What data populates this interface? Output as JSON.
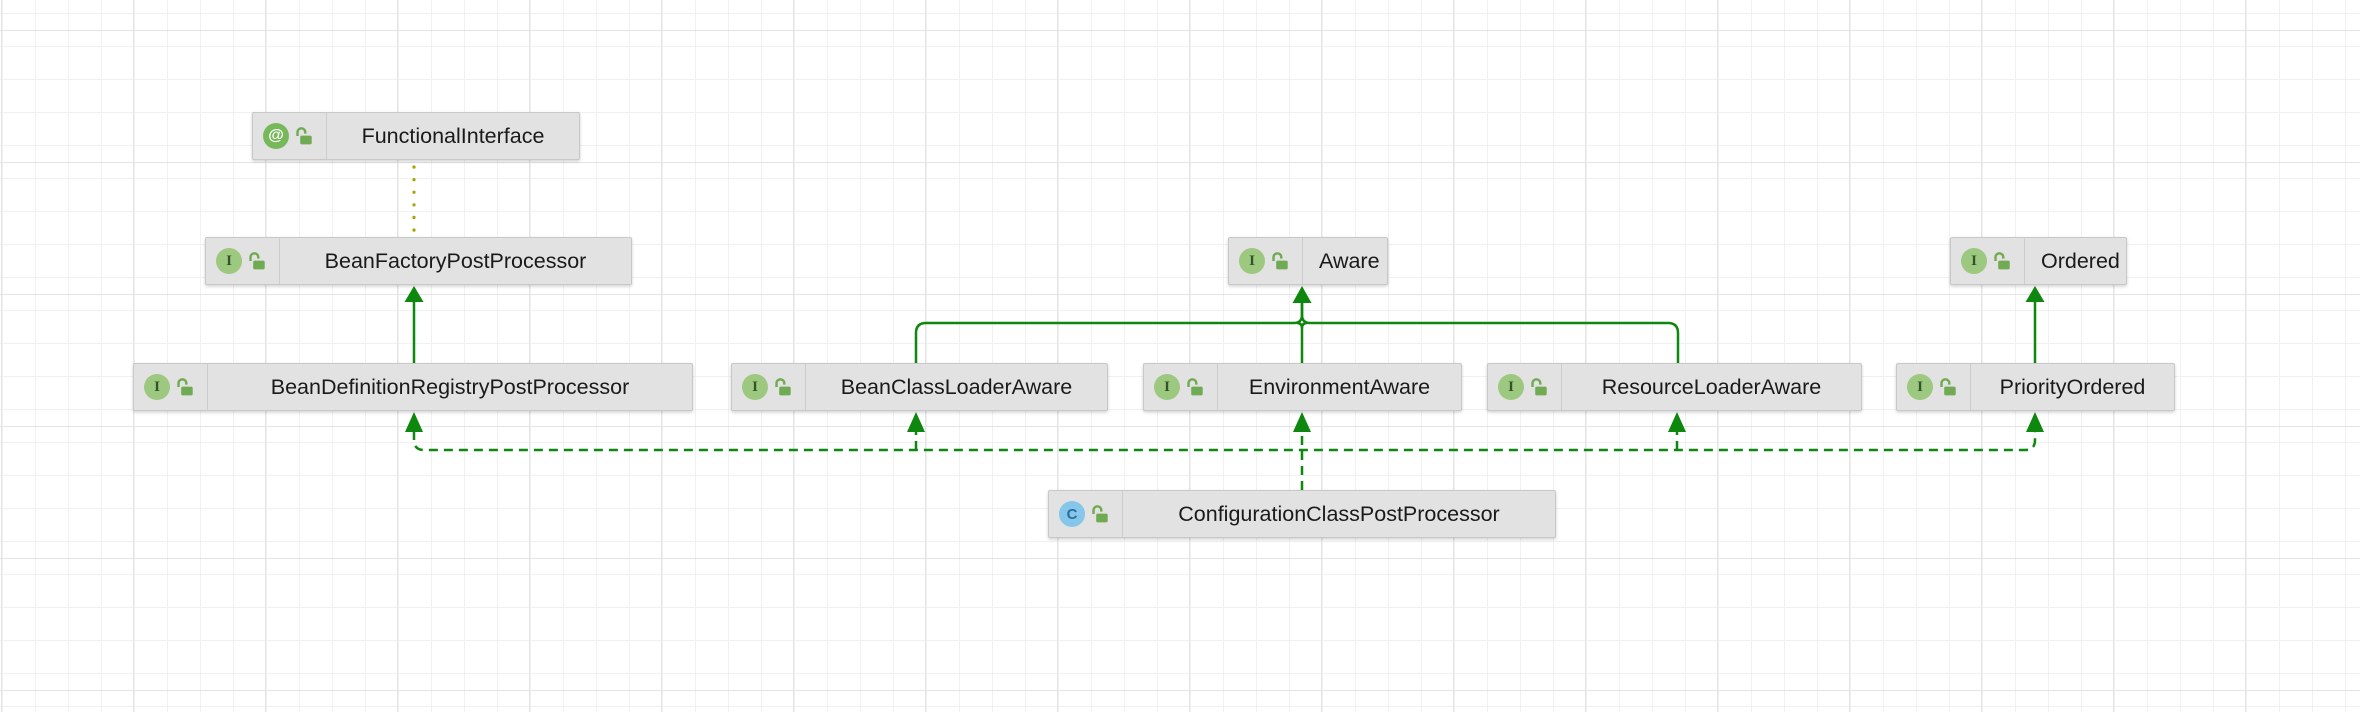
{
  "diagram": {
    "tool": "class-diagram-canvas",
    "nodes": [
      {
        "id": "functional-interface",
        "label": "FunctionalInterface",
        "badge": "@",
        "kind": "annotation",
        "visibility": "public"
      },
      {
        "id": "bean-factory-post-processor",
        "label": "BeanFactoryPostProcessor",
        "badge": "I",
        "kind": "interface",
        "visibility": "public"
      },
      {
        "id": "aware",
        "label": "Aware",
        "badge": "I",
        "kind": "interface",
        "visibility": "public"
      },
      {
        "id": "ordered",
        "label": "Ordered",
        "badge": "I",
        "kind": "interface",
        "visibility": "public"
      },
      {
        "id": "bean-definition-registry-post-processor",
        "label": "BeanDefinitionRegistryPostProcessor",
        "badge": "I",
        "kind": "interface",
        "visibility": "public"
      },
      {
        "id": "bean-class-loader-aware",
        "label": "BeanClassLoaderAware",
        "badge": "I",
        "kind": "interface",
        "visibility": "public"
      },
      {
        "id": "environment-aware",
        "label": "EnvironmentAware",
        "badge": "I",
        "kind": "interface",
        "visibility": "public"
      },
      {
        "id": "resource-loader-aware",
        "label": "ResourceLoaderAware",
        "badge": "I",
        "kind": "interface",
        "visibility": "public"
      },
      {
        "id": "priority-ordered",
        "label": "PriorityOrdered",
        "badge": "I",
        "kind": "interface",
        "visibility": "public"
      },
      {
        "id": "configuration-class-post-processor",
        "label": "ConfigurationClassPostProcessor",
        "badge": "C",
        "kind": "class",
        "visibility": "public"
      }
    ],
    "edges": [
      {
        "from": "BeanFactoryPostProcessor",
        "to": "FunctionalInterface",
        "type": "annotated-with",
        "style": "dotted"
      },
      {
        "from": "BeanDefinitionRegistryPostProcessor",
        "to": "BeanFactoryPostProcessor",
        "type": "extends",
        "style": "solid"
      },
      {
        "from": "BeanClassLoaderAware",
        "to": "Aware",
        "type": "extends",
        "style": "solid"
      },
      {
        "from": "EnvironmentAware",
        "to": "Aware",
        "type": "extends",
        "style": "solid"
      },
      {
        "from": "ResourceLoaderAware",
        "to": "Aware",
        "type": "extends",
        "style": "solid"
      },
      {
        "from": "PriorityOrdered",
        "to": "Ordered",
        "type": "extends",
        "style": "solid"
      },
      {
        "from": "ConfigurationClassPostProcessor",
        "to": "BeanDefinitionRegistryPostProcessor",
        "type": "implements",
        "style": "dashed"
      },
      {
        "from": "ConfigurationClassPostProcessor",
        "to": "BeanClassLoaderAware",
        "type": "implements",
        "style": "dashed"
      },
      {
        "from": "ConfigurationClassPostProcessor",
        "to": "EnvironmentAware",
        "type": "implements",
        "style": "dashed"
      },
      {
        "from": "ConfigurationClassPostProcessor",
        "to": "ResourceLoaderAware",
        "type": "implements",
        "style": "dashed"
      },
      {
        "from": "ConfigurationClassPostProcessor",
        "to": "PriorityOrdered",
        "type": "implements",
        "style": "dashed"
      }
    ]
  },
  "colors": {
    "canvas_bg": "#ffffff",
    "grid_minor": "#f1f1f1",
    "grid_major": "#e4e4e4",
    "node_bg": "#e2e2e2",
    "node_border": "#c8c8c8",
    "node_divider": "#cdcdcd",
    "edge_green": "#0d870d",
    "annotation_yellow": "#a6a400",
    "interface_badge_bg": "#9cc87f",
    "interface_badge_fg": "#33532a",
    "annotation_badge_bg": "#77b95a",
    "annotation_badge_fg": "#ffffff",
    "class_badge_bg": "#85c6ea",
    "class_badge_fg": "#2a6d9d",
    "lock_green": "#70aa53"
  }
}
